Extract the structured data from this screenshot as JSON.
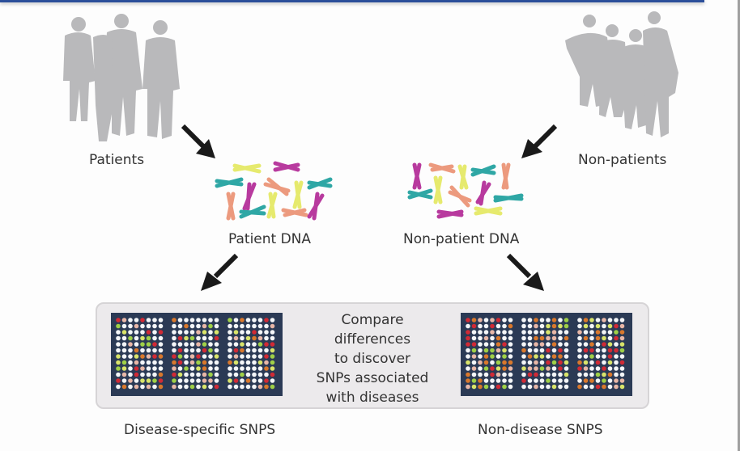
{
  "groups": {
    "patients_label": "Patients",
    "non_patients_label": "Non-patients"
  },
  "dna": {
    "patient_label": "Patient DNA",
    "non_patient_label": "Non-patient DNA"
  },
  "comparison": {
    "line1": "Compare",
    "line2": "differences",
    "line3": "to discover",
    "line4": "SNPs associated",
    "line5": "with diseases"
  },
  "results": {
    "disease_label": "Disease-specific SNPS",
    "non_disease_label": "Non-disease SNPS"
  },
  "colors": {
    "silhouette": "#b9b9bb",
    "arrow": "#1a1a1a",
    "chip_bg": "#2b3a55",
    "accent_bar": "#2b4f9a",
    "chromosome_yellow": "#e6ea6e",
    "chromosome_magenta": "#b83a9e",
    "chromosome_teal": "#2fa7a5",
    "chromosome_salmon": "#ec9a7e",
    "dot_white": "#f4f6f8",
    "dot_green": "#9fd047",
    "dot_yellow": "#d9e46a",
    "dot_orange": "#d9782c",
    "dot_red": "#d12a35",
    "dot_pink": "#e8b7a7"
  }
}
